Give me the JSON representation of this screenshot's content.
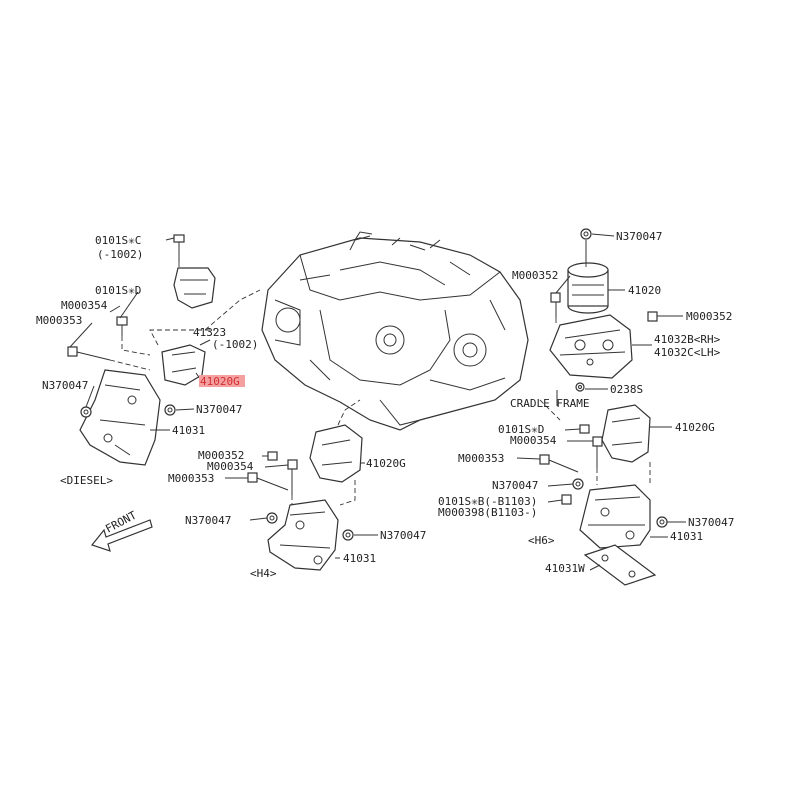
{
  "labels": {
    "l_0101s_c": "0101S✳C",
    "l_1002_top": "(-1002)",
    "l_0101s_d_left": "0101S✳D",
    "l_m000354_left": "M000354",
    "l_m000353_left": "M000353",
    "l_41323": "41323",
    "l_1002_mid": "(-1002)",
    "l_41020g_highlight": "41020G",
    "l_n370047_left1": "N370047",
    "l_n370047_left2": "N370047",
    "l_41031_left": "41031",
    "l_diesel": "<DIESEL>",
    "l_front": "FRONT",
    "l_m000352_mid": "M000352",
    "l_m000354_mid": "M000354",
    "l_m000353_mid": "M000353",
    "l_41020g_mid": "41020G",
    "l_n370047_mid1": "N370047",
    "l_n370047_mid2": "N370047",
    "l_41031_mid": "41031",
    "l_h4": "<H4>",
    "l_n370047_top": "N370047",
    "l_m000352_r1": "M000352",
    "l_41020": "41020",
    "l_m000352_r2": "M000352",
    "l_41032b": "41032B<RH>",
    "l_41032c": "41032C<LH>",
    "l_0238s": "0238S",
    "l_cradle": "CRADLE FRAME",
    "l_0101s_d_right": "0101S✳D",
    "l_m000354_right": "M000354",
    "l_41020g_right": "41020G",
    "l_m000353_right": "M000353",
    "l_n370047_r1": "N370047",
    "l_0101s_b": "0101S✳B(-B1103)",
    "l_m000398": "M000398(B1103-)",
    "l_n370047_r2": "N370047",
    "l_41031_right": "41031",
    "l_h6": "<H6>",
    "l_41031w": "41031W"
  },
  "highlight_color": "#f4a0a0"
}
